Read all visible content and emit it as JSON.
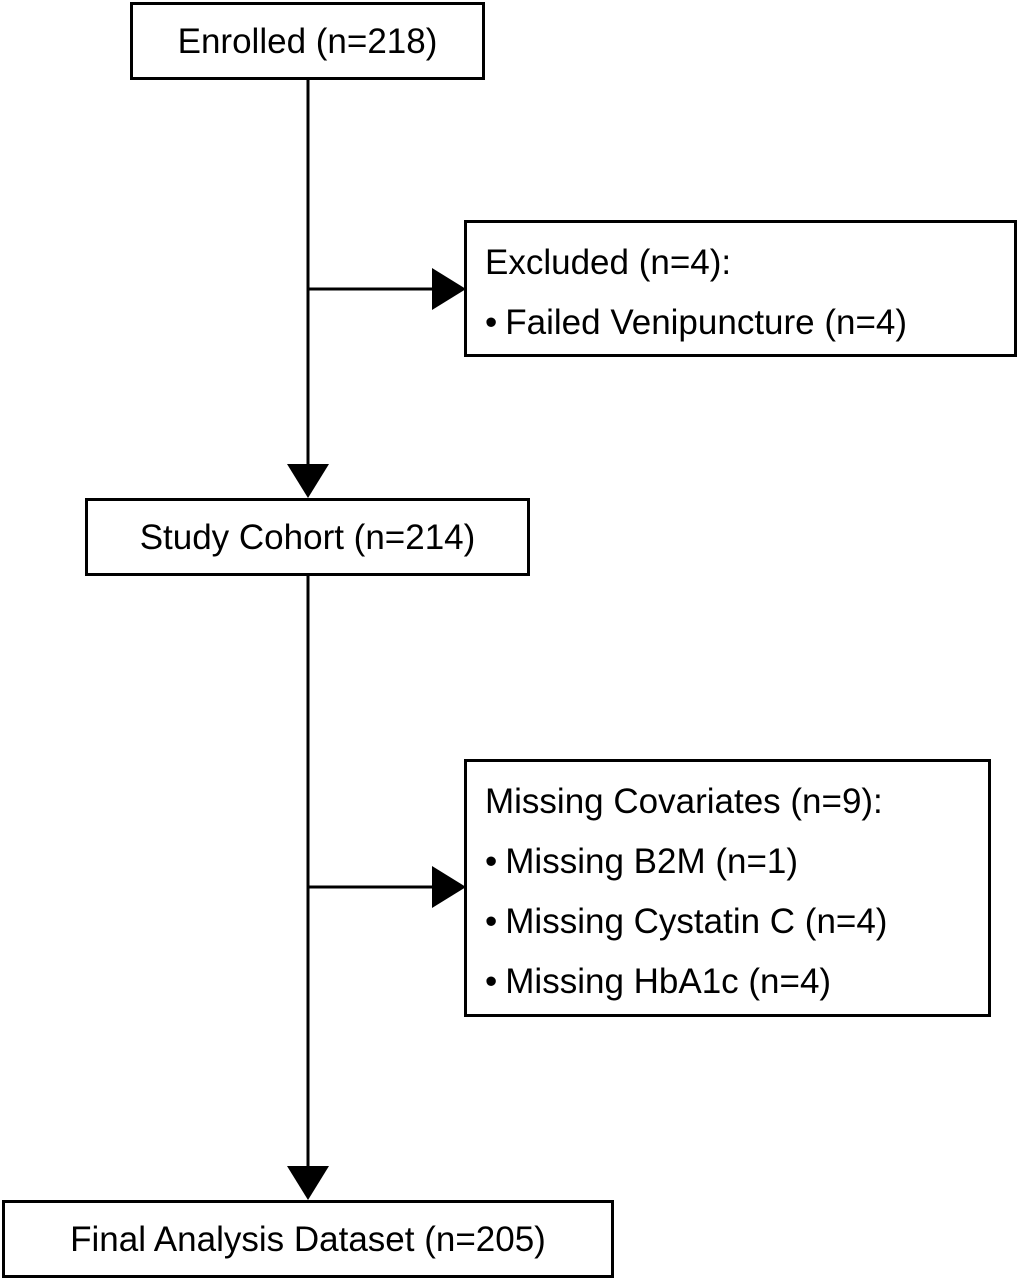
{
  "enrolled": {
    "label": "Enrolled (n=218)"
  },
  "excluded": {
    "heading": "Excluded (n=4):",
    "items": [
      "Failed Venipuncture (n=4)"
    ]
  },
  "study_cohort": {
    "label": "Study Cohort (n=214)"
  },
  "missing_covariates": {
    "heading": "Missing Covariates (n=9):",
    "items": [
      "Missing B2M (n=1)",
      "Missing Cystatin C (n=4)",
      "Missing HbA1c (n=4)"
    ]
  },
  "final_dataset": {
    "label": "Final Analysis Dataset (n=205)"
  },
  "bullet_symbol": "•",
  "line_color": "#000000"
}
